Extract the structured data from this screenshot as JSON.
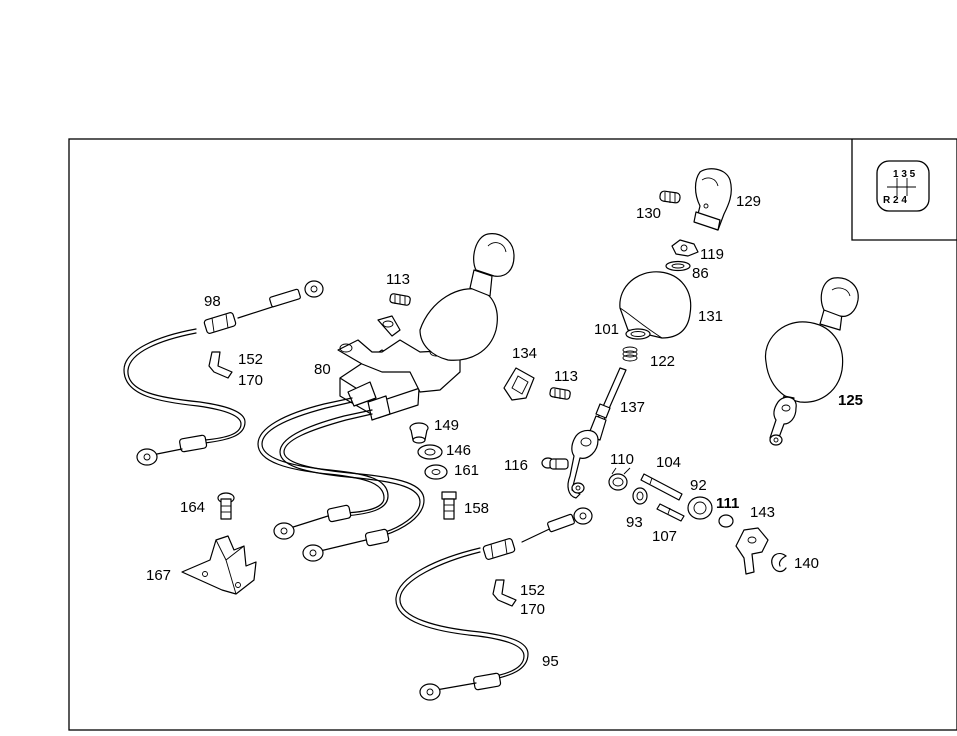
{
  "diagram": {
    "labels": {
      "p80": "80",
      "p86": "86",
      "p92": "92",
      "p93": "93",
      "p95": "95",
      "p98": "98",
      "p101": "101",
      "p104": "104",
      "p107": "107",
      "p110": "110",
      "p111": "111",
      "p113a": "113",
      "p113b": "113",
      "p116": "116",
      "p119": "119",
      "p122": "122",
      "p125": "125",
      "p129": "129",
      "p130": "130",
      "p131": "131",
      "p134": "134",
      "p137": "137",
      "p140": "140",
      "p143": "143",
      "p146": "146",
      "p149": "149",
      "p152a": "152",
      "p152b": "152",
      "p158": "158",
      "p161": "161",
      "p164": "164",
      "p167": "167",
      "p170a": "170",
      "p170b": "170"
    },
    "shift_pattern": {
      "top": "1 3 5",
      "bottom": "R 2 4"
    }
  }
}
